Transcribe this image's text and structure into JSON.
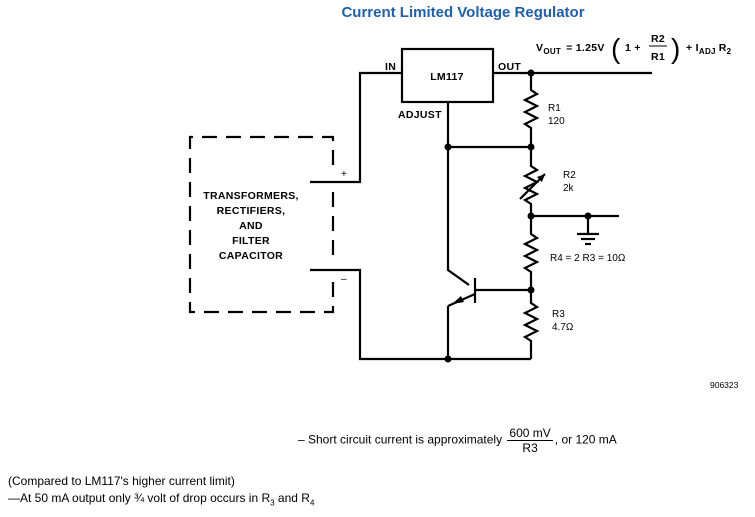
{
  "title": "Current Limited Voltage Regulator",
  "equation": {
    "lhs": "V",
    "lhs_sub": "OUT",
    "eq": "= 1.25V",
    "one_plus": "1 +",
    "num": "R2",
    "den": "R1",
    "plus": "+ I",
    "iadj_sub": "ADJ",
    "r2": "R",
    "r2_sub": "2"
  },
  "ic": {
    "name": "LM117",
    "pin_in": "IN",
    "pin_out": "OUT",
    "pin_adjust": "ADJUST"
  },
  "source_block": {
    "lines": [
      "TRANSFORMERS,",
      "RECTIFIERS,",
      "AND",
      "FILTER",
      "CAPACITOR"
    ],
    "plus": "+",
    "minus": "–"
  },
  "components": {
    "r1": {
      "name": "R1",
      "value": "120"
    },
    "r2": {
      "name": "R2",
      "value": "2k"
    },
    "r4": {
      "label": "R4 = 2 R3 = 10Ω"
    },
    "r3": {
      "name": "R3",
      "value": "4.7Ω"
    }
  },
  "figure_id": "906323",
  "notes": {
    "short_circuit_prefix": "– Short circuit current is approximately",
    "short_circuit_num": "600 mV",
    "short_circuit_den": "R3",
    "short_circuit_suffix": ", or 120 mA",
    "compared": "(Compared to LM117's higher current limit)",
    "drop_prefix": "—At 50 mA output only ¾ volt of drop occurs in R",
    "drop_sub1": "3",
    "drop_mid": " and R",
    "drop_sub2": "4"
  }
}
